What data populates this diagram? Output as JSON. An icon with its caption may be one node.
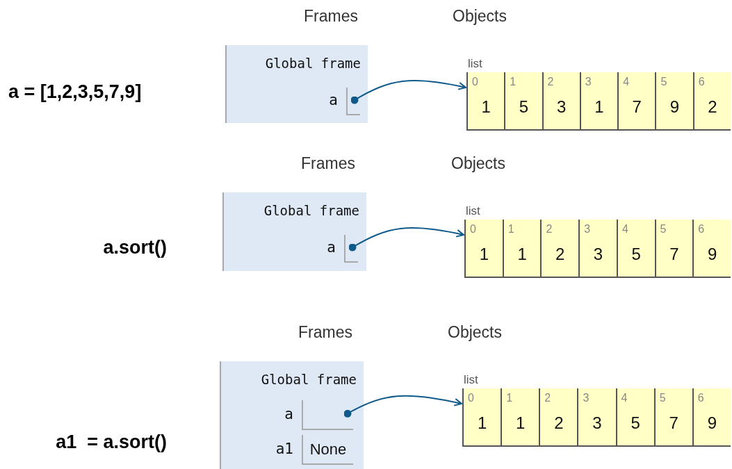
{
  "diagram": {
    "nodes": [
      {
        "text": [
          "Global frame"
        ]
      },
      {
        "text": [],
        "shape": "box",
        "in": 0,
        "beside": [
          "a"
        ]
      },
      {
        "text": [
          "list"
        ]
      },
      {
        "text": [
          "0",
          "1"
        ],
        "in": 2
      },
      {
        "text": [
          "1",
          "5"
        ],
        "in": 2
      },
      {
        "text": [
          "2",
          "3"
        ],
        "in": 2
      },
      {
        "text": [
          "3",
          "1"
        ],
        "in": 2
      },
      {
        "text": [
          "4",
          "7"
        ],
        "in": 2
      },
      {
        "text": [
          "5",
          "9"
        ],
        "in": 2
      },
      {
        "text": [
          "6",
          "2"
        ],
        "in": 2
      },
      {
        "text": [
          "Global frame"
        ]
      },
      {
        "text": [],
        "shape": "box",
        "in": 10,
        "beside": [
          "a"
        ]
      },
      {
        "text": [
          "list"
        ]
      },
      {
        "text": [
          "0",
          "1"
        ],
        "in": 12
      },
      {
        "text": [
          "1",
          "1"
        ],
        "in": 12
      },
      {
        "text": [
          "2",
          "2"
        ],
        "in": 12
      },
      {
        "text": [
          "3",
          "3"
        ],
        "in": 12
      },
      {
        "text": [
          "4",
          "5"
        ],
        "in": 12
      },
      {
        "text": [
          "5",
          "7"
        ],
        "in": 12
      },
      {
        "text": [
          "6",
          "9"
        ],
        "in": 12
      },
      {
        "text": [
          "Global frame"
        ]
      },
      {
        "text": [],
        "shape": "box",
        "in": 20,
        "beside": [
          "a"
        ]
      },
      {
        "text": [
          "None"
        ],
        "in": 20,
        "beside": [
          "a1"
        ]
      },
      {
        "text": [
          "list"
        ]
      },
      {
        "text": [
          "0",
          "1"
        ],
        "in": 23
      },
      {
        "text": [
          "1",
          "1"
        ],
        "in": 23
      },
      {
        "text": [
          "2",
          "2"
        ],
        "in": 23
      },
      {
        "text": [
          "3",
          "3"
        ],
        "in": 23
      },
      {
        "text": [
          "4",
          "5"
        ],
        "in": 23
      },
      {
        "text": [
          "5",
          "7"
        ],
        "in": 23
      },
      {
        "text": [
          "6",
          "9"
        ],
        "in": 23
      }
    ],
    "edges": [
      {
        "from": 1,
        "to": 2,
        "arrow": "to"
      },
      {
        "from": 11,
        "to": 12,
        "arrow": "to"
      },
      {
        "from": 21,
        "to": 23,
        "arrow": "to"
      }
    ],
    "labels": [
      "Frames",
      "Objects",
      "a = [1,2,3,5,7,9]",
      "Frames",
      "Objects",
      "a.sort()",
      "Frames",
      "Objects",
      "a1  = a.sort()"
    ]
  }
}
